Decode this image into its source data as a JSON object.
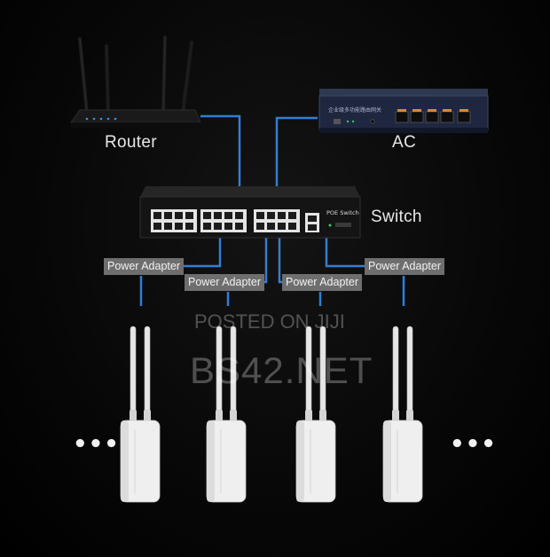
{
  "devices": {
    "router_label": "Router",
    "ac_label": "AC",
    "switch_label": "Switch",
    "switch_brand": "POE Switch",
    "ac_front_text": "企业级多功能路由网关"
  },
  "power_adapters": [
    {
      "label": "Power Adapter"
    },
    {
      "label": "Power Adapter"
    },
    {
      "label": "Power Adapter"
    },
    {
      "label": "Power Adapter"
    }
  ],
  "ellipsis": {
    "left": "•••",
    "right": "•••"
  },
  "watermark": {
    "line1": "POSTED ON JIJI",
    "line2": "BS42.NET"
  },
  "colors": {
    "link": "#2f7fd6",
    "background": "#000000",
    "adapter_bg": "#6e6e6e"
  }
}
